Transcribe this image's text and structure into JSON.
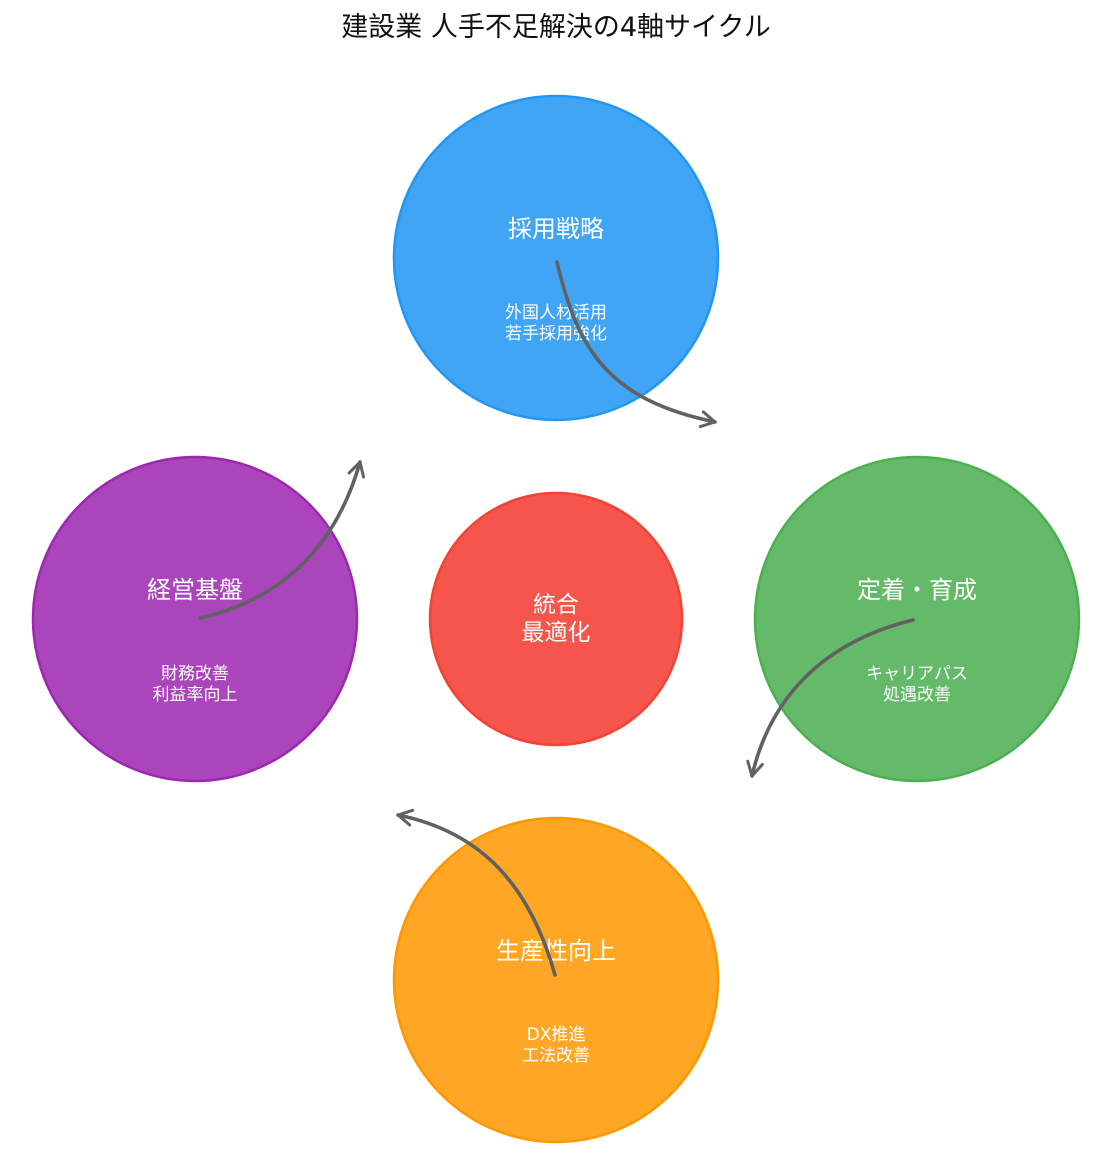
{
  "title": "建設業 人手不足解決の4軸サイクル",
  "center": {
    "lines": [
      "統合",
      "最適化"
    ],
    "color": "#f44336"
  },
  "nodes": [
    {
      "id": "recruit",
      "title": "採用戦略",
      "lines": [
        "外国人材活用",
        "若手採用強化"
      ],
      "color": "#2196f3"
    },
    {
      "id": "retain",
      "title": "定着・育成",
      "lines": [
        "キャリアパス",
        "処遇改善"
      ],
      "color": "#4caf50"
    },
    {
      "id": "product",
      "title": "生産性向上",
      "lines": [
        "DX推進",
        "工法改善"
      ],
      "color": "#ff9800"
    },
    {
      "id": "manage",
      "title": "経営基盤",
      "lines": [
        "財務改善",
        "利益率向上"
      ],
      "color": "#9c27b0"
    }
  ],
  "arrow_color": "#616161"
}
